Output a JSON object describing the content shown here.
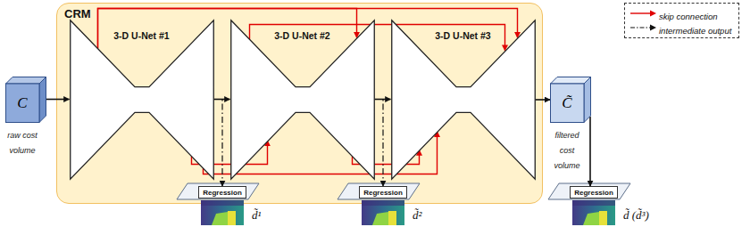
{
  "diagram": {
    "nodes": [
      {
        "text": [
          "C",
          "raw cost volume"
        ]
      },
      {
        "text": [
          "CRM"
        ]
      },
      {
        "text": [
          "3-D U-Net #1"
        ],
        "in": 1
      },
      {
        "text": [
          "3-D U-Net #2"
        ],
        "in": 1
      },
      {
        "text": [
          "3-D U-Net #3"
        ],
        "in": 1
      },
      {
        "text": [
          "C̃",
          "filtered cost volume"
        ]
      },
      {
        "text": [
          "Regression"
        ]
      },
      {
        "text": [
          "Regression"
        ]
      },
      {
        "text": [
          "Regression"
        ]
      }
    ],
    "edges": [
      {
        "from": 0,
        "to": 2,
        "arrow": "to"
      },
      {
        "from": 2,
        "to": 3,
        "arrow": "to"
      },
      {
        "from": 3,
        "to": 4,
        "arrow": "to"
      },
      {
        "from": 4,
        "to": 5,
        "arrow": "to"
      },
      {
        "from": 2,
        "to": 3,
        "arrow": "to"
      },
      {
        "from": 2,
        "to": 4,
        "arrow": "to"
      },
      {
        "from": 3,
        "to": 4,
        "arrow": "to"
      },
      {
        "from": 2,
        "to": 3,
        "arrow": "to"
      },
      {
        "from": 2,
        "to": 4,
        "arrow": "to"
      },
      {
        "from": 3,
        "to": 4,
        "arrow": "to"
      },
      {
        "from": 2,
        "to": 6,
        "arrow": "to"
      },
      {
        "from": 3,
        "to": 7,
        "arrow": "to"
      },
      {
        "from": 5,
        "to": 8,
        "arrow": "to"
      }
    ],
    "labels": [
      "d̃¹",
      "d̃²",
      "d̃ (d̃³)"
    ],
    "legend": [
      {
        "text": "skip connection"
      },
      {
        "text": "intermediate output"
      }
    ]
  }
}
